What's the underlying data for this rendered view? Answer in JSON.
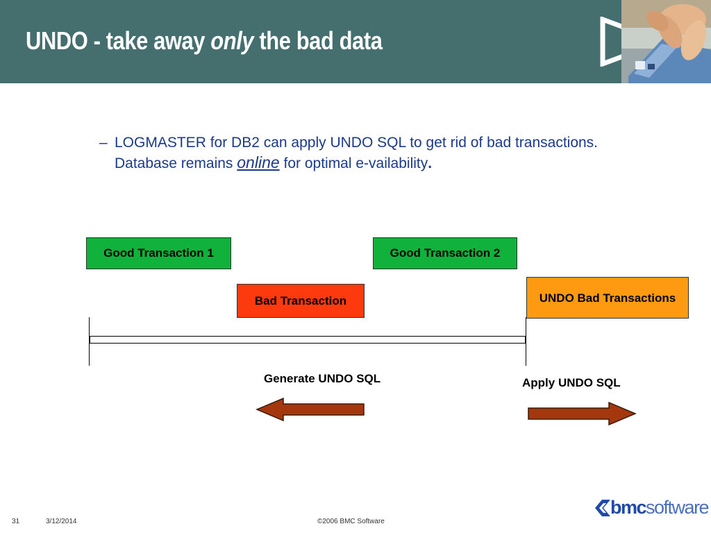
{
  "slide": {
    "title_part1": "UNDO - take away ",
    "title_italic": "only",
    "title_part2": " the bad data"
  },
  "bullet": {
    "dash": "–",
    "line1": "LOGMASTER for DB2 can apply UNDO SQL to get rid of bad transactions.",
    "line2_before": "Database remains ",
    "line2_online": "online",
    "line2_after": " for optimal e-vailability",
    "line2_period": "."
  },
  "diagram": {
    "good_transaction_1": "Good Transaction 1",
    "good_transaction_2": "Good Transaction 2",
    "bad_transaction": "Bad Transaction",
    "undo_bad_transactions": "UNDO Bad Transactions",
    "generate_undo_sql": "Generate UNDO SQL",
    "apply_undo_sql": "Apply UNDO SQL",
    "colors": {
      "good": "#11b23b",
      "bad": "#fc3a0e",
      "undo": "#fd9a12",
      "arrow": "#a5370f"
    }
  },
  "footer": {
    "slide_number": "31",
    "date": "3/12/2014",
    "copyright": "©2006 BMC Software",
    "logo_part1": "bmc",
    "logo_part2": "software"
  },
  "theme": {
    "header_bg": "#456e6e",
    "bullet_text": "#1c3a8c"
  },
  "icons": {
    "header_logo": "play-triangle-icon",
    "header_photo": "hand-card-photo",
    "footer_logo": "bmc-logo"
  }
}
